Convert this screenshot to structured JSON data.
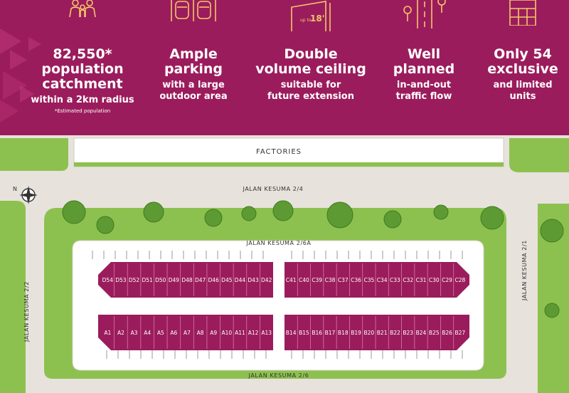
{
  "colors": {
    "banner": "#9b1c5c",
    "unit": "#9b1c5c",
    "icon": "#f3c56a",
    "green": "#8dc14f",
    "road": "#e7e2dc"
  },
  "features": [
    {
      "icon": "family-icon",
      "title": "82,550*\npopulation\ncatchment",
      "subtitle": "within a 2km radius",
      "note": "*Estimated population"
    },
    {
      "icon": "parking-icon",
      "title": "Ample\nparking",
      "subtitle": "with a large\noutdoor area"
    },
    {
      "icon": "ceiling-icon",
      "icon_label_small": "up to",
      "icon_label_big": "18'",
      "title": "Double\nvolume ceiling",
      "subtitle": "suitable for\nfuture extension"
    },
    {
      "icon": "traffic-flow-icon",
      "title": "Well\nplanned",
      "subtitle": "in-and-out\ntraffic flow"
    },
    {
      "icon": "building-icon",
      "title": "Only 54\nexclusive",
      "subtitle": "and limited\nunits"
    }
  ],
  "map": {
    "factories_label": "FACTORIES",
    "compass_label": "N",
    "roads": {
      "top": "JALAN KESUMA 2/4",
      "mid": "JALAN KESUMA 2/6A",
      "bottom": "JALAN KESUMA 2/6",
      "left": "JALAN KESUMA 2/2",
      "right": "JALAN KESUMA 2/1"
    },
    "unit_rows": {
      "D": [
        "D54",
        "D53",
        "D52",
        "D51",
        "D50",
        "D49",
        "D48",
        "D47",
        "D46",
        "D45",
        "D44",
        "D43",
        "D42"
      ],
      "C": [
        "C41",
        "C40",
        "C39",
        "C38",
        "C37",
        "C36",
        "C35",
        "C34",
        "C33",
        "C32",
        "C31",
        "C30",
        "C29",
        "C28"
      ],
      "A": [
        "A1",
        "A2",
        "A3",
        "A4",
        "A5",
        "A6",
        "A7",
        "A8",
        "A9",
        "A10",
        "A11",
        "A12",
        "A13"
      ],
      "B": [
        "B14",
        "B15",
        "B16",
        "B17",
        "B18",
        "B19",
        "B20",
        "B21",
        "B22",
        "B23",
        "B24",
        "B25",
        "B26",
        "B27"
      ]
    }
  }
}
